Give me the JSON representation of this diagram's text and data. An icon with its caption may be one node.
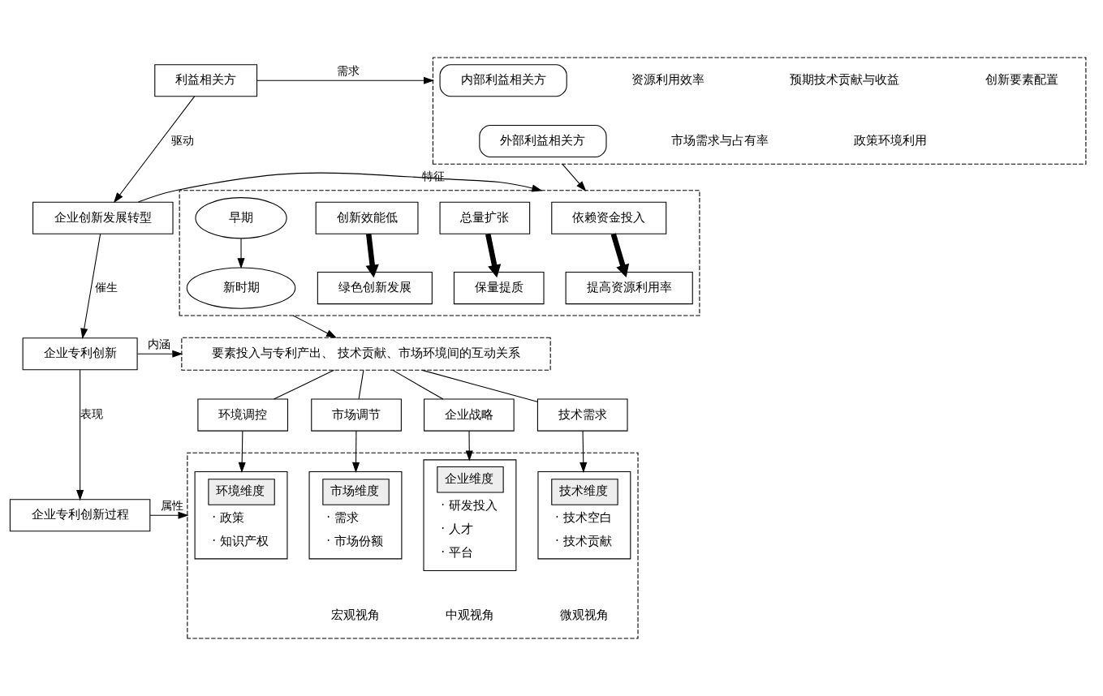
{
  "diagram": {
    "nodes": [
      {
        "text": [
          "利益相关方"
        ]
      },
      {
        "text": [
          "企业创新发展转型"
        ]
      },
      {
        "text": [
          "企业专利创新"
        ]
      },
      {
        "text": [
          "企业专利创新过程"
        ]
      },
      {
        "text": [],
        "shape": "box"
      },
      {
        "text": [
          "内部利益相关方"
        ],
        "in": 4
      },
      {
        "text": [
          "外部利益相关方"
        ],
        "in": 4
      },
      {
        "text": [],
        "shape": "box"
      },
      {
        "text": [
          "依赖资金投入"
        ],
        "in": 7
      },
      {
        "text": [
          "提高资源利用率"
        ],
        "in": 7
      },
      {
        "text": [
          "总量扩张"
        ],
        "in": 7
      },
      {
        "text": [
          "保量提质"
        ],
        "in": 7
      },
      {
        "text": [
          "创新效能低"
        ],
        "in": 7
      },
      {
        "text": [
          "绿色创新发展"
        ],
        "in": 7
      },
      {
        "text": [
          "早期"
        ],
        "in": 7
      },
      {
        "text": [
          "新时期"
        ],
        "in": 7
      },
      {
        "text": [
          "要素投入与专利产出、 技术贡献、市场环境间的互动关系"
        ]
      },
      {
        "text": [
          "环境调控"
        ]
      },
      {
        "text": [
          "市场调节"
        ]
      },
      {
        "text": [
          "企业战略"
        ]
      },
      {
        "text": [
          "技术需求"
        ]
      },
      {
        "text": [],
        "shape": "box"
      },
      {
        "text": [
          "环境维度",
          "· 政策",
          "· 知识产权"
        ],
        "in": 21
      },
      {
        "text": [
          "市场维度",
          "· 需求",
          "· 市场份额"
        ],
        "in": 21
      },
      {
        "text": [
          "企业维度",
          "· 研发投入",
          "· 人才",
          "· 平台"
        ],
        "in": 21
      },
      {
        "text": [
          "技术维度",
          "· 技术空白",
          "· 技术贡献"
        ],
        "in": 21
      }
    ],
    "edges": [
      {
        "from": 0,
        "to": 1,
        "arrow": "to",
        "label": "驱动"
      },
      {
        "from": 1,
        "to": 2,
        "arrow": "to",
        "label": "催生"
      },
      {
        "from": 2,
        "to": 3,
        "arrow": "to",
        "label": "表现"
      },
      {
        "from": 0,
        "to": 4,
        "arrow": "to",
        "label": "需求"
      },
      {
        "from": 1,
        "to": 7,
        "arrow": "to",
        "label": "特征"
      },
      {
        "from": 2,
        "to": 16,
        "arrow": "to",
        "label": "内涵"
      },
      {
        "from": 3,
        "to": 21,
        "arrow": "to",
        "label": "属性"
      },
      {
        "from": 4,
        "to": 7,
        "arrow": "to"
      },
      {
        "from": 7,
        "to": 16,
        "arrow": "to"
      },
      {
        "from": 8,
        "to": 9,
        "arrow": "to",
        "style": "thick"
      },
      {
        "from": 10,
        "to": 11,
        "arrow": "to",
        "style": "thick"
      },
      {
        "from": 12,
        "to": 13,
        "arrow": "to",
        "style": "thick"
      },
      {
        "from": 14,
        "to": 15,
        "arrow": "to"
      },
      {
        "from": 16,
        "to": 17,
        "arrow": "none"
      },
      {
        "from": 16,
        "to": 18,
        "arrow": "none"
      },
      {
        "from": 16,
        "to": 19,
        "arrow": "none"
      },
      {
        "from": 16,
        "to": 20,
        "arrow": "none"
      },
      {
        "from": 17,
        "to": 22,
        "arrow": "to"
      },
      {
        "from": 18,
        "to": 23,
        "arrow": "to"
      },
      {
        "from": 19,
        "to": 24,
        "arrow": "to"
      },
      {
        "from": 20,
        "to": 25,
        "arrow": "to"
      }
    ],
    "labels": [
      "资源利用效率",
      "预期技术贡献与收益",
      "创新要素配置",
      "市场需求与占有率",
      "政策环境利用",
      "宏观视角",
      "中观视角",
      "微观视角"
    ]
  }
}
